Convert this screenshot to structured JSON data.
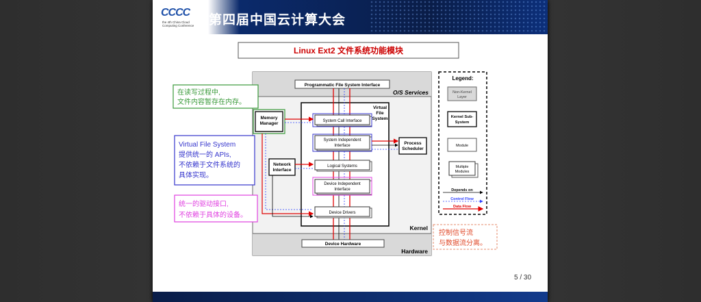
{
  "conference": {
    "logo": "CCCC",
    "logo_subtitle": "the 4th China Cloud Computing Conference",
    "title": "第四届中国云计算大会"
  },
  "slide": {
    "title": "Linux Ext2 文件系统功能模块",
    "page_number": "5 / 30"
  },
  "diagram": {
    "layers": {
      "os_services": "O/S Services",
      "kernel": "Kernel",
      "hardware": "Hardware"
    },
    "pfsi": "Programmatic File System Interface",
    "vfs_label": [
      "Virtual",
      "File",
      "System"
    ],
    "sci": "System Call Interface",
    "sii": [
      "System Independent",
      "Interface"
    ],
    "logical_systems": "Logical Systems",
    "dii": [
      "Device Independent",
      "Interface"
    ],
    "device_drivers": "Device Drivers",
    "device_hardware": "Device Hardware",
    "memory_manager": [
      "Memory",
      "Manager"
    ],
    "network_interface": [
      "Network",
      "Interface"
    ],
    "process_scheduler": [
      "Process",
      "Scheduler"
    ]
  },
  "legend": {
    "title": "Legend:",
    "non_kernel": [
      "Non-Kernel",
      "Layer"
    ],
    "kernel_sub": [
      "Kernel Sub-",
      "System"
    ],
    "module": "Module",
    "multiple": [
      "Multiple",
      "Modules"
    ],
    "depends_on": "Depends on",
    "control_flow": "Control Flow",
    "data_flow": "Data Flow"
  },
  "annotations": {
    "memory_note": [
      "在读写过程中,",
      "文件内容暂存在内存。"
    ],
    "vfs_note": [
      "Virtual File System",
      "提供统一的 APIs,",
      "不依赖于文件系统的",
      "具体实现。"
    ],
    "driver_note": [
      "统一的驱动接口,",
      "不依赖于具体的设备。"
    ],
    "control_note": [
      "控制信号流",
      "与数据流分离。"
    ]
  },
  "colors": {
    "green": "#3a9a3a",
    "blue": "#3333cc",
    "magenta": "#e040e0",
    "red": "#e00000",
    "control": "#2a3cff",
    "title_red": "#cc0000"
  }
}
